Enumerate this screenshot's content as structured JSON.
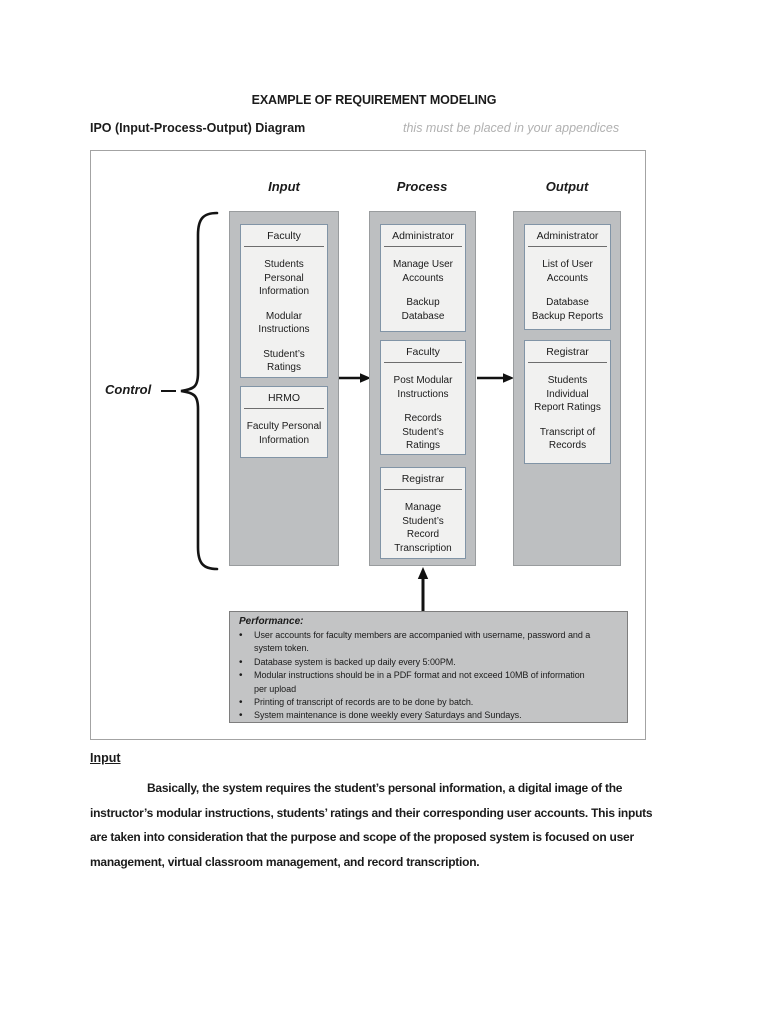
{
  "page": {
    "title": "EXAMPLE OF REQUIREMENT MODELING",
    "subtitle_left": "IPO (Input-Process-Output) Diagram",
    "subtitle_right": "this must be placed in your appendices"
  },
  "diagram": {
    "control_label": "Control",
    "column_headers": [
      "Input",
      "Process",
      "Output"
    ],
    "columns": [
      {
        "name": "Input",
        "boxes": [
          {
            "header": "Faculty",
            "items": [
              "Students\nPersonal\nInformation",
              "Modular\nInstructions",
              "Student’s\nRatings"
            ]
          },
          {
            "header": "HRMO",
            "items": [
              "Faculty Personal\nInformation"
            ]
          }
        ]
      },
      {
        "name": "Process",
        "boxes": [
          {
            "header": "Administrator",
            "items": [
              "Manage User\nAccounts",
              "Backup\nDatabase"
            ]
          },
          {
            "header": "Faculty",
            "items": [
              "Post Modular\nInstructions",
              "Records\nStudent’s\nRatings"
            ]
          },
          {
            "header": "Registrar",
            "items": [
              "Manage\nStudent’s\nRecord\nTranscription"
            ]
          }
        ]
      },
      {
        "name": "Output",
        "boxes": [
          {
            "header": "Administrator",
            "items": [
              "List of User\nAccounts",
              "Database\nBackup Reports"
            ]
          },
          {
            "header": "Registrar",
            "items": [
              "Students\nIndividual\nReport Ratings",
              "Transcript of\nRecords"
            ]
          }
        ]
      }
    ],
    "performance": {
      "title": "Performance:",
      "bullet_char": "•",
      "bullets": [
        "User accounts for faculty members are accompanied with username, password and a\nsystem token.",
        "Database system is backed up daily every 5:00PM.",
        "Modular instructions should be in a PDF format and not exceed 10MB of information\nper upload",
        "Printing of transcript of records are to be done by batch.",
        "System maintenance is done weekly every Saturdays and Sundays."
      ]
    },
    "colors": {
      "column_fill": "#bdbfc1",
      "inner_box_fill": "#f1f1f0",
      "inner_box_border": "#8194a6",
      "performance_fill": "#c3c4c5",
      "note_gray": "#b1b1b1"
    }
  },
  "body_text": {
    "heading": "Input",
    "paragraph": "Basically, the system requires the student’s personal information, a digital image of the\ninstructor’s modular instructions, students’ ratings and their corresponding user accounts. This inputs\nare taken into consideration that the purpose and scope of the proposed system is focused on user\nmanagement, virtual classroom management, and record transcription."
  }
}
